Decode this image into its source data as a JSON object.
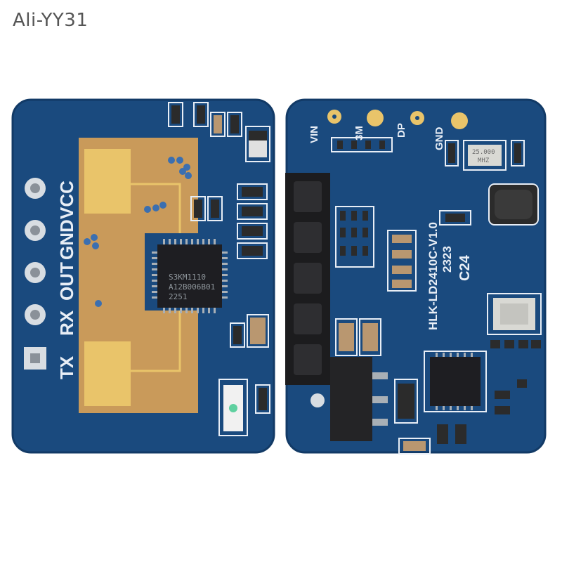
{
  "watermark": "Ali-YY31",
  "front_board": {
    "pin_labels": [
      "TX",
      "RX",
      "OUT",
      "GND",
      "VCC"
    ],
    "chip_lines": [
      "S3KM1110",
      "A12B006B01",
      "2251"
    ]
  },
  "back_board": {
    "pin_labels": [
      "VIN",
      "3M",
      "DP",
      "GND"
    ],
    "model": "HLK-LD2410C-V1.0",
    "date_code": "2323",
    "revision": "C24",
    "crystal_lines": [
      "25.000",
      "MHZ"
    ]
  },
  "colors": {
    "pcb": "#1a4a7e",
    "pcb_edge": "#123a66",
    "antenna_substrate": "#c99a5a",
    "gold": "#e9c46a",
    "silkscreen": "#e8eef6",
    "chip": "#1e1e22"
  }
}
